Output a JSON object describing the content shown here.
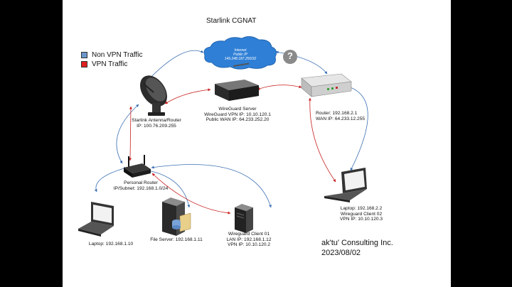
{
  "title": "Starlink CGNAT",
  "legend": [
    {
      "label": "Non VPN Traffic",
      "color": "#6b96c8"
    },
    {
      "label": "VPN Traffic",
      "color": "#e02020"
    }
  ],
  "colors": {
    "non_vpn": "#3a6fb3",
    "vpn": "#c82020",
    "cloud": "#2f7fd6"
  },
  "internet": {
    "line1": "Internet",
    "line2": "Public IP",
    "line3": "149.248.187.250/32"
  },
  "question_icon": "?",
  "nodes": {
    "starlink": {
      "icon": "satellite-dish-icon",
      "lines": [
        "Starlink Antenna/Router",
        "IP: 100.76.209.255"
      ]
    },
    "wireguard_server": {
      "icon": "server-icon",
      "lines": [
        "WireGuard Server",
        "WireGuard VPN IP: 10.10.120.1",
        "Public WAN IP: 64.233.252.20"
      ]
    },
    "router": {
      "icon": "router-icon",
      "lines": [
        "Router: 192.168.2.1",
        "WAN IP: 64.233.12.255"
      ]
    },
    "personal_router": {
      "icon": "wifi-router-icon",
      "lines": [
        "Personal Router",
        "IP/Subnet: 192.168.1.0/24"
      ]
    },
    "laptop1": {
      "icon": "laptop-icon",
      "lines": [
        "Laptop: 192.168.1.10"
      ]
    },
    "file_server": {
      "icon": "file-server-icon",
      "lines": [
        "File Server: 192.168.1.11"
      ]
    },
    "wg_client1": {
      "icon": "tower-pc-icon",
      "lines": [
        "Wireguard Client 01",
        "LAN IP: 192.168.1.12",
        "VPN IP: 10.10.120.2"
      ]
    },
    "laptop2": {
      "icon": "laptop-icon",
      "lines": [
        "Laptop: 192.168.2.2",
        "Wireguard Client 02",
        "VPN IP: 10.10.120.3"
      ]
    }
  },
  "company": {
    "name": "ak'tu' Consulting Inc.",
    "date": "2023/08/02"
  }
}
